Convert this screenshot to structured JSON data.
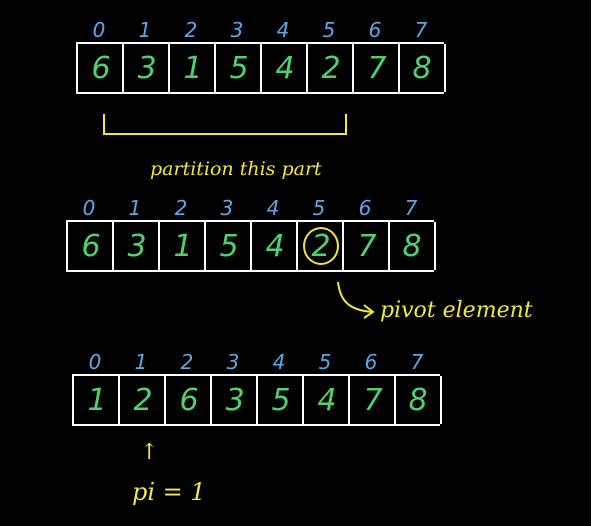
{
  "colors": {
    "background": "#000000",
    "index": "#5aa9e6",
    "value": "#4ed36b",
    "annotation": "#f2e83a",
    "line": "#ffffff"
  },
  "arrays": [
    {
      "indices": [
        "0",
        "1",
        "2",
        "3",
        "4",
        "5",
        "6",
        "7"
      ],
      "values": [
        "6",
        "3",
        "1",
        "5",
        "4",
        "2",
        "7",
        "8"
      ]
    },
    {
      "indices": [
        "0",
        "1",
        "2",
        "3",
        "4",
        "5",
        "6",
        "7"
      ],
      "values": [
        "6",
        "3",
        "1",
        "5",
        "4",
        "2",
        "7",
        "8"
      ]
    },
    {
      "indices": [
        "0",
        "1",
        "2",
        "3",
        "4",
        "5",
        "6",
        "7"
      ],
      "values": [
        "1",
        "2",
        "6",
        "3",
        "5",
        "4",
        "7",
        "8"
      ]
    }
  ],
  "annotations": {
    "partition": "partition this part",
    "pivot": "pivot element",
    "pi_arrow": "↑",
    "pi": "pi = 1"
  },
  "pivot_cell": {
    "array": 1,
    "index": 5
  }
}
